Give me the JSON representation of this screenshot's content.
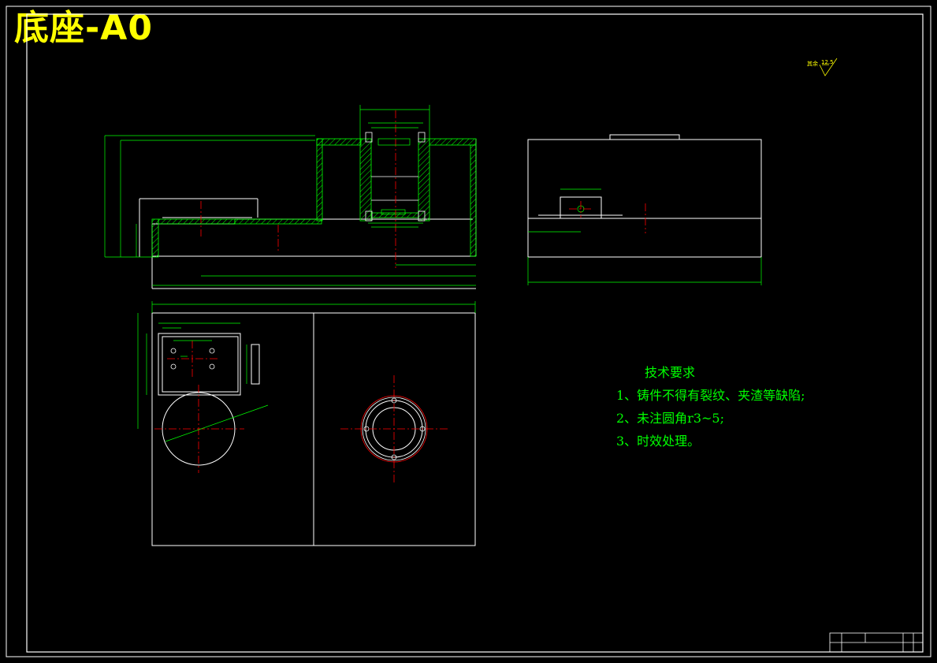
{
  "title": "底座-A0",
  "roughness": {
    "prefix": "其余",
    "value": "12.5"
  },
  "tech_requirements": {
    "heading": "技术要求",
    "items": [
      "1、铸件不得有裂纹、夹渣等缺陷;",
      "2、未注圆角r3~5;",
      "3、时效处理。"
    ]
  },
  "colors": {
    "background": "#000000",
    "outline": "#ffffff",
    "dimension": "#00ff00",
    "centerline": "#ff0000",
    "title": "#ffff00",
    "hatch": "#00ff00"
  }
}
